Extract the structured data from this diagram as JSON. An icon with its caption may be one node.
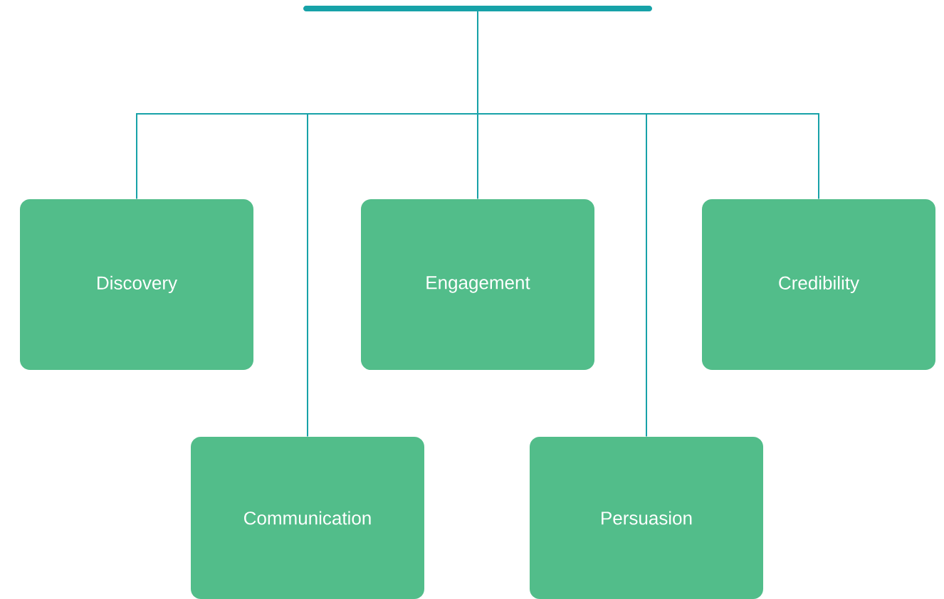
{
  "diagram": {
    "nodes": [
      {
        "text": [],
        "shape": "bar"
      },
      {
        "text": [
          "Discovery"
        ]
      },
      {
        "text": [
          "Engagement"
        ]
      },
      {
        "text": [
          "Credibility"
        ]
      },
      {
        "text": [
          "Communication"
        ]
      },
      {
        "text": [
          "Persuasion"
        ]
      }
    ],
    "edges": [
      {
        "from": 0,
        "to": 1,
        "arrow": "none"
      },
      {
        "from": 0,
        "to": 4,
        "arrow": "none"
      },
      {
        "from": 0,
        "to": 2,
        "arrow": "none"
      },
      {
        "from": 0,
        "to": 5,
        "arrow": "none"
      },
      {
        "from": 0,
        "to": 3,
        "arrow": "none"
      }
    ]
  }
}
